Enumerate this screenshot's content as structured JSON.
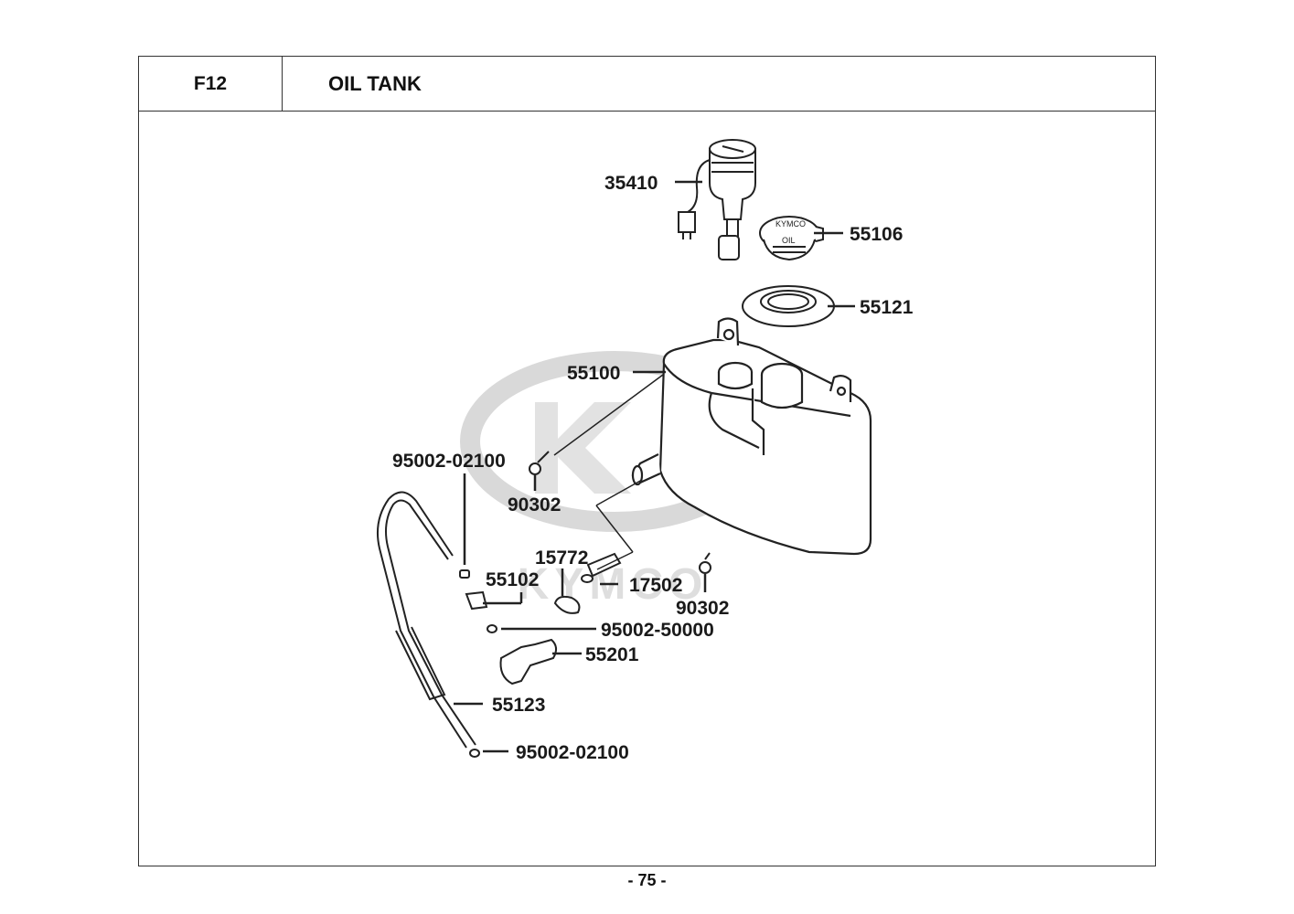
{
  "header": {
    "code": "F12",
    "title": "OIL TANK"
  },
  "watermark": {
    "brand": "KYMCO",
    "color": "#d9d9d9"
  },
  "cap_text": {
    "line1": "KYMCO",
    "line2": "OIL"
  },
  "parts": {
    "p35410": "35410",
    "p55106": "55106",
    "p55121": "55121",
    "p55100": "55100",
    "p95002_02100_top": "95002-02100",
    "p90302_left": "90302",
    "p15772": "15772",
    "p55102": "55102",
    "p17502": "17502",
    "p90302_right": "90302",
    "p95002_50000": "95002-50000",
    "p55201": "55201",
    "p55123": "55123",
    "p95002_02100_bottom": "95002-02100"
  },
  "footer": {
    "page": "- 75 -"
  }
}
